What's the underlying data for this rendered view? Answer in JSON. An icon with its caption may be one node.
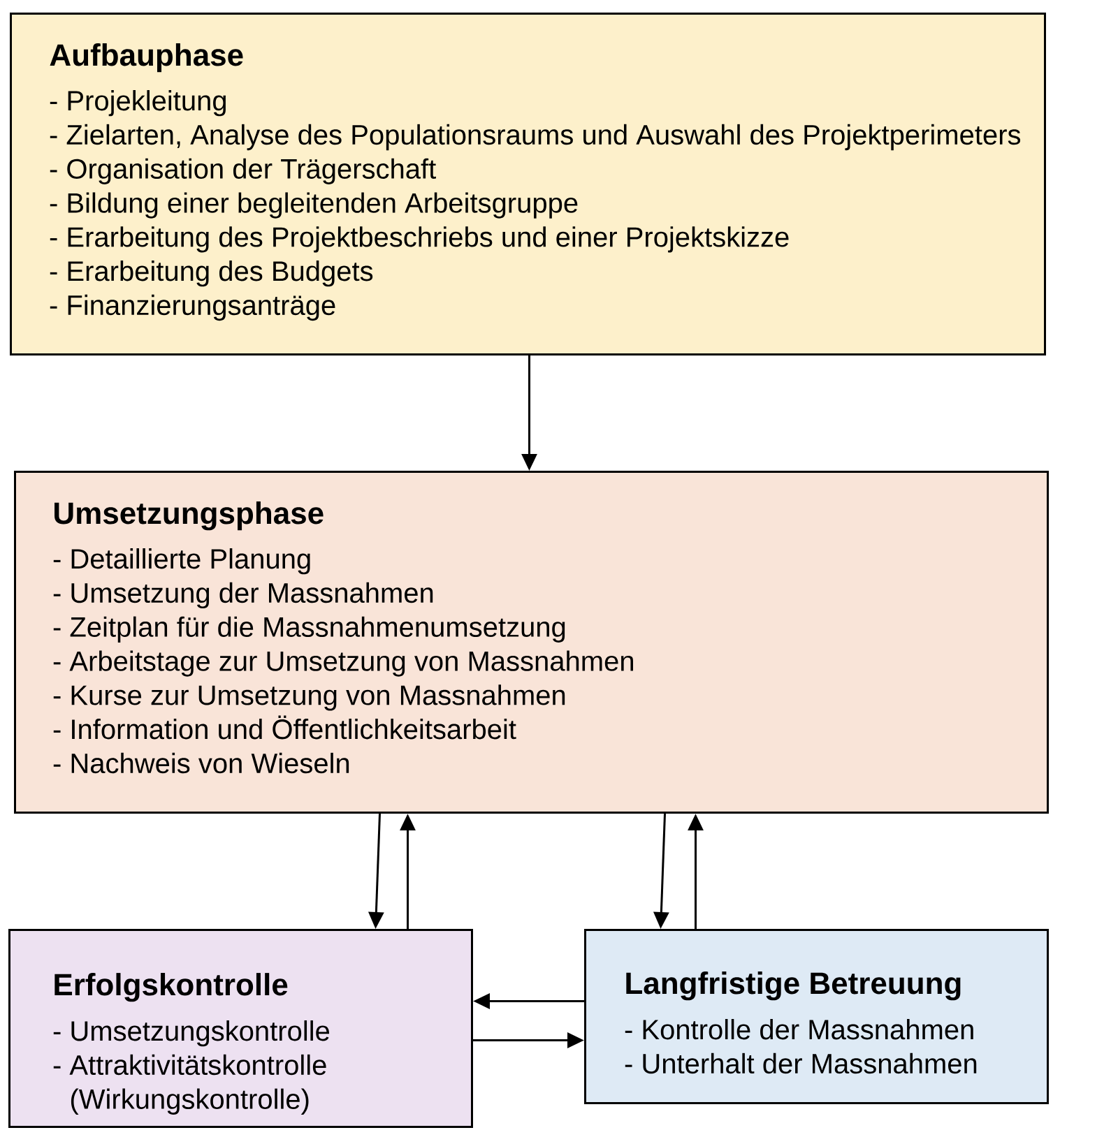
{
  "diagram": {
    "nodes": [
      {
        "text": [
          "Aufbauphase",
          "- Projekleitung",
          "- Zielarten, Analyse des Populationsraums und Auswahl des Projektperimeters",
          "- Organisation der Trägerschaft",
          "- Bildung einer begleitenden Arbeitsgruppe",
          "- Erarbeitung des Projektbeschriebs und einer Projektskizze",
          "- Erarbeitung des Budgets",
          "- Finanzierungsanträge"
        ]
      },
      {
        "text": [
          "Umsetzungsphase",
          "- Detaillierte Planung",
          "- Umsetzung der Massnahmen",
          "- Zeitplan für die Massnahmenumsetzung",
          "- Arbeitstage zur Umsetzung von Massnahmen",
          "- Kurse zur Umsetzung von Massnahmen",
          "- Information und Öffentlichkeitsarbeit",
          "- Nachweis von Wieseln"
        ]
      },
      {
        "text": [
          "Erfolgskontrolle",
          "- Umsetzungskontrolle",
          "- Attraktivitätskontrolle (Wirkungskontrolle)"
        ]
      },
      {
        "text": [
          "Langfristige Betreuung",
          "- Kontrolle der Massnahmen",
          "- Unterhalt der Massnahmen"
        ]
      }
    ],
    "edges": [
      {
        "from": 0,
        "to": 1,
        "arrow": "to"
      },
      {
        "from": 1,
        "to": 2,
        "arrow": "to"
      },
      {
        "from": 2,
        "to": 1,
        "arrow": "to"
      },
      {
        "from": 1,
        "to": 3,
        "arrow": "to"
      },
      {
        "from": 3,
        "to": 1,
        "arrow": "to"
      },
      {
        "from": 3,
        "to": 2,
        "arrow": "to"
      },
      {
        "from": 2,
        "to": 3,
        "arrow": "to"
      }
    ]
  }
}
